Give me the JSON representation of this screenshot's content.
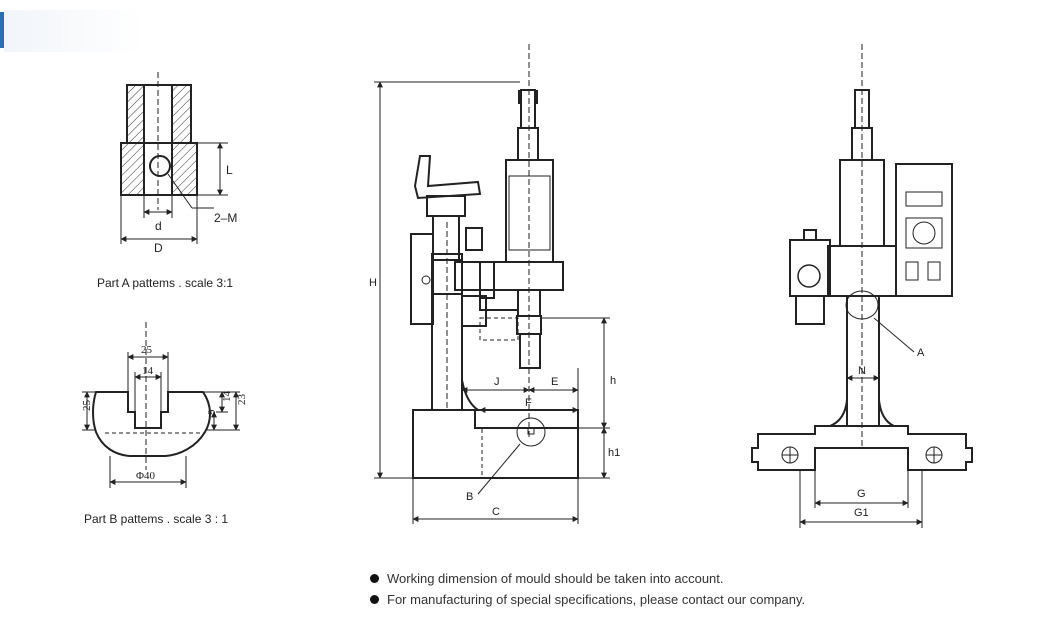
{
  "part_a": {
    "caption": "Part A pattems . scale 3:1",
    "labels": {
      "L": "L",
      "d": "d",
      "D": "D",
      "M": "2–M"
    }
  },
  "part_b": {
    "caption": "Part B pattems . scale 3 : 1",
    "dims": {
      "top_width": "25",
      "slot_width": "14",
      "height_left": "25",
      "height_right": "23",
      "slot_depth": "14",
      "lip": "9",
      "bottom_width": "Φ40"
    }
  },
  "side_view": {
    "labels": {
      "H": "H",
      "J": "J",
      "E": "E",
      "F": "F",
      "h": "h",
      "h1": "h1",
      "B": "B",
      "C": "C"
    }
  },
  "front_view": {
    "labels": {
      "N": "N",
      "A": "A",
      "G": "G",
      "G1": "G1"
    }
  },
  "notes": [
    "Working dimension of mould should be taken into account.",
    "For manufacturing of special specifications, please contact our company."
  ]
}
